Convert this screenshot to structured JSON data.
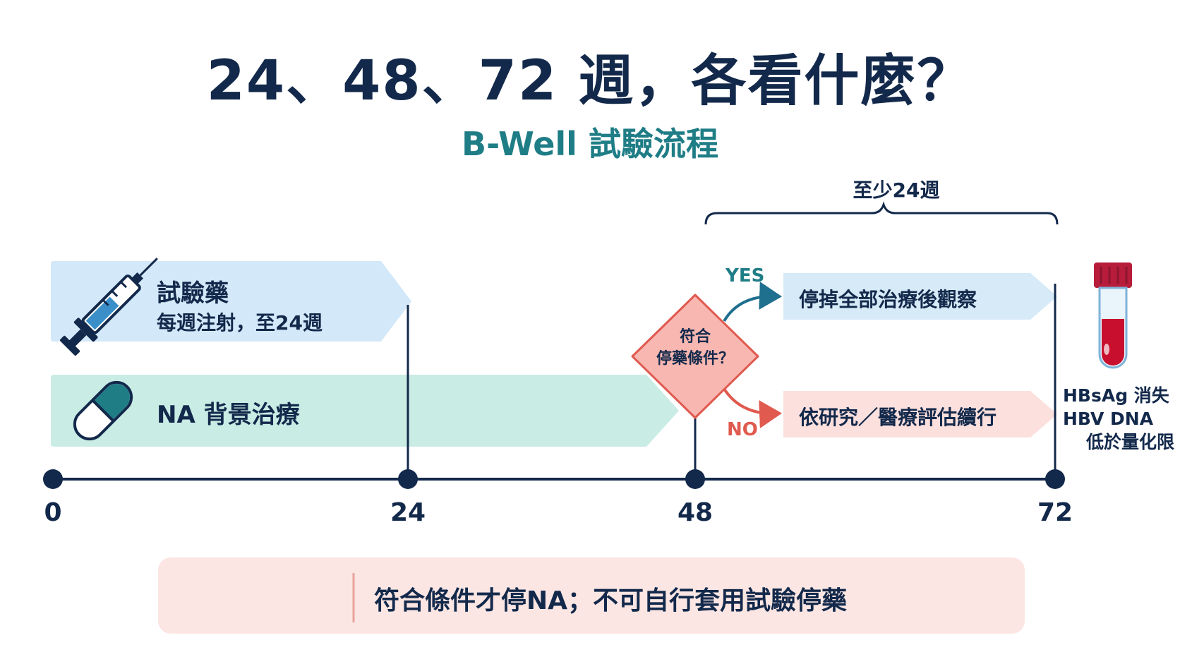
{
  "title": "24、48、72 週，各看什麼？",
  "subtitle": "B-Well 試驗流程",
  "brace_label": "至少24週",
  "study_drug": {
    "title": "試驗藥",
    "detail": "每週注射，至24週"
  },
  "na_therapy": {
    "label": "NA 背景治療"
  },
  "decision": {
    "line1": "符合",
    "line2": "停藥條件？"
  },
  "branch_yes": {
    "label": "YES",
    "text": "停掉全部治療後觀察"
  },
  "branch_no": {
    "label": "NO",
    "text": "依研究／醫療評估續行"
  },
  "endpoint": {
    "line1": "HBsAg 消失",
    "line2": "HBV DNA",
    "line3": "低於量化限"
  },
  "timeline": {
    "weeks": [
      0,
      24,
      48,
      72
    ]
  },
  "warning": {
    "text": "符合條件才停NA；不可自行套用試驗停藥"
  },
  "colors": {
    "navy": "#13294b",
    "teal": "#1f7d86",
    "blue_band": "#d3e8f8",
    "green_band": "#c9ece5",
    "red_band": "#fbe0dd",
    "red": "#e05a4f",
    "diamond_fill": "#f8b7b1"
  },
  "icons": [
    "syringe-icon",
    "capsule-icon",
    "blood-tube-icon",
    "warning-icon"
  ]
}
